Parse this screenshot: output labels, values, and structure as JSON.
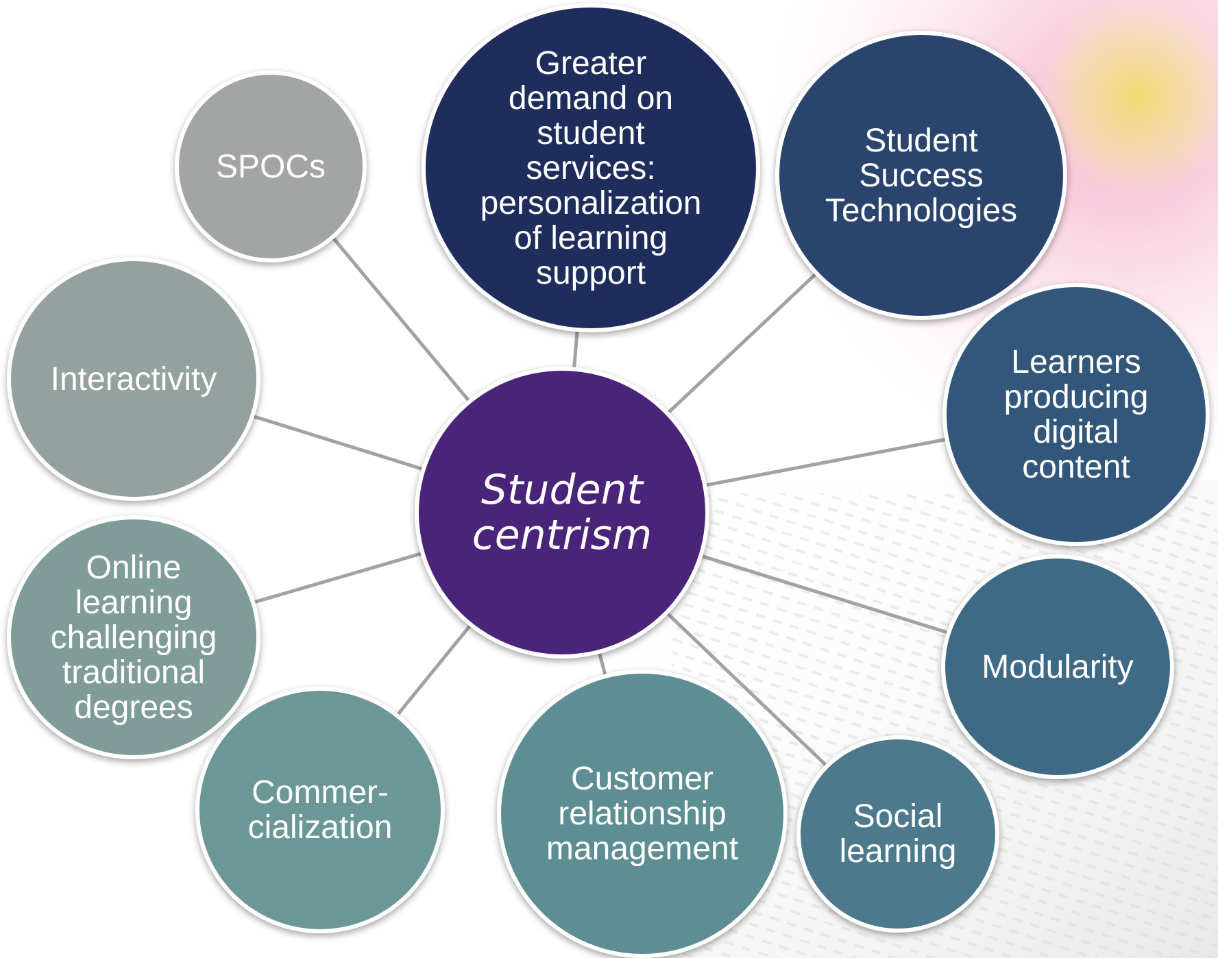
{
  "diagram": {
    "center": {
      "label": "Student\ncentrism",
      "color": "#4a2478"
    },
    "nodes": [
      {
        "id": "spocs",
        "label": "SPOCs",
        "color": "#a3a4a4"
      },
      {
        "id": "greater-demand",
        "label": "Greater\ndemand on\nstudent\nservices:\npersonalization\nof learning\nsupport",
        "color": "#1f2d5c"
      },
      {
        "id": "student-success",
        "label": "Student\nSuccess\nTechnologies",
        "color": "#2a446e"
      },
      {
        "id": "interactivity",
        "label": "Interactivity",
        "color": "#94a19e"
      },
      {
        "id": "learners-producing",
        "label": "Learners\nproducing\ndigital\ncontent",
        "color": "#33577a"
      },
      {
        "id": "online-learning",
        "label": "Online\nlearning\nchallenging\ntraditional\ndegrees",
        "color": "#7f9c98"
      },
      {
        "id": "modularity",
        "label": "Modularity",
        "color": "#3f6a85"
      },
      {
        "id": "commercialization",
        "label": "Commer-\ncialization",
        "color": "#6b9897"
      },
      {
        "id": "customer-relationship",
        "label": "Customer\nrelationship\nmanagement",
        "color": "#5d8e93"
      },
      {
        "id": "social-learning",
        "label": "Social\nlearning",
        "color": "#4c7a8c"
      }
    ],
    "connector_color": "#a2a2a2"
  }
}
